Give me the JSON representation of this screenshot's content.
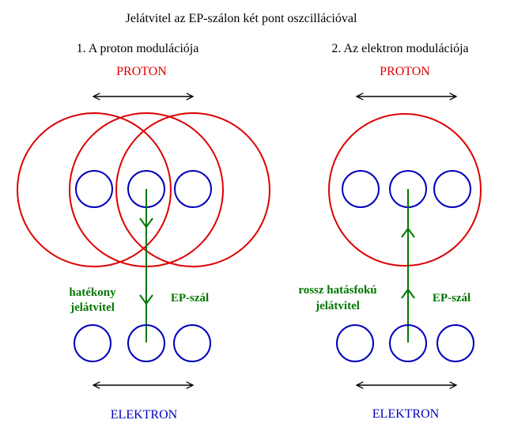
{
  "title": "Jelátvitel az EP-szálon két pont oszcillációval",
  "colors": {
    "proton": "#dd0000",
    "electron": "#0000bb",
    "fiber": "#007700",
    "arrow": "#000000",
    "text": "#000000"
  },
  "panels": [
    {
      "heading": "1. A proton modulációja",
      "proton_label": "PROTON",
      "electron_label": "ELEKTRON",
      "transmission_label_line1": "hatékony",
      "transmission_label_line2": "jelátvitel",
      "fiber_label": "EP-szál",
      "fiber_arrow_direction": "down"
    },
    {
      "heading": "2. Az elektron modulációja",
      "proton_label": "PROTON",
      "electron_label": "ELEKTRON",
      "transmission_label_line1": "rossz hatásfokú",
      "transmission_label_line2": "jelátvitel",
      "fiber_label": "EP-szál",
      "fiber_arrow_direction": "up"
    }
  ]
}
